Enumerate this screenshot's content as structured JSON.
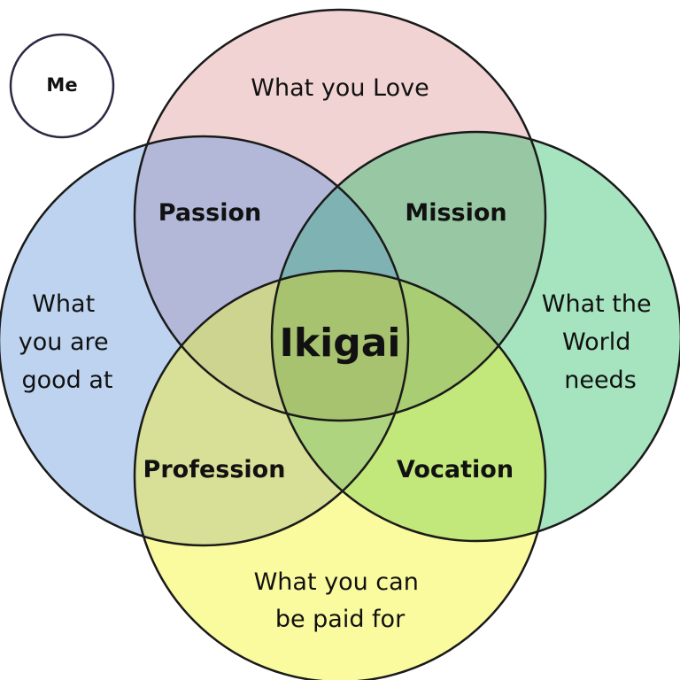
{
  "badge": {
    "label": "Me"
  },
  "circles": {
    "love": {
      "lines": [
        "What you Love"
      ],
      "color": "#f2d3d4"
    },
    "good": {
      "lines": [
        "What",
        "you are",
        "good at"
      ],
      "color": "#bdd3ef"
    },
    "world": {
      "lines": [
        "What the",
        "World",
        "needs"
      ],
      "color": "#a6e3bf"
    },
    "paid": {
      "lines": [
        "What you can",
        "be paid for"
      ],
      "color": "#fafa9e"
    }
  },
  "overlaps": {
    "passion": "Passion",
    "mission": "Mission",
    "profession": "Profession",
    "vocation": "Vocation"
  },
  "center": "Ikigai"
}
